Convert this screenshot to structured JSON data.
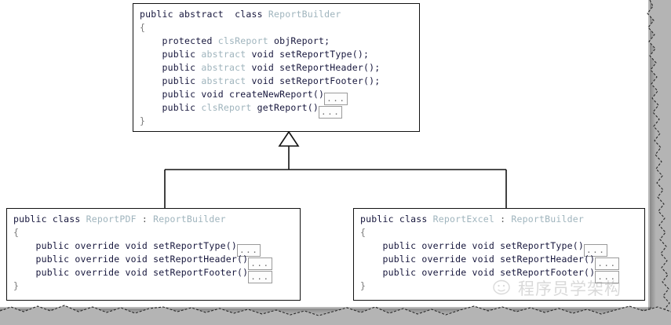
{
  "diagram": {
    "type": "uml-class-diagram",
    "title": "Builder pattern report classes",
    "relationship": "generalization",
    "arrow": "hollow-triangle"
  },
  "classes": {
    "parent": {
      "name": "ReportBuilder",
      "lines": [
        {
          "id": "l1",
          "indent": 0,
          "tokens": [
            {
              "t": "public abstract  class ",
              "c": "kw"
            },
            {
              "t": "ReportBuilder",
              "c": "type"
            }
          ]
        },
        {
          "id": "l2",
          "indent": 0,
          "tokens": [
            {
              "t": "{",
              "c": "brace"
            }
          ]
        },
        {
          "id": "l3",
          "indent": 1,
          "tokens": [
            {
              "t": "protected ",
              "c": "kw"
            },
            {
              "t": "clsReport",
              "c": "type"
            },
            {
              "t": " objReport;",
              "c": "kw"
            }
          ]
        },
        {
          "id": "l4",
          "indent": 1,
          "tokens": [
            {
              "t": "public ",
              "c": "kw"
            },
            {
              "t": "abstract",
              "c": "type"
            },
            {
              "t": " void setReportType();",
              "c": "kw"
            }
          ]
        },
        {
          "id": "l5",
          "indent": 1,
          "tokens": [
            {
              "t": "public ",
              "c": "kw"
            },
            {
              "t": "abstract",
              "c": "type"
            },
            {
              "t": " void setReportHeader();",
              "c": "kw"
            }
          ]
        },
        {
          "id": "l6",
          "indent": 1,
          "tokens": [
            {
              "t": "public ",
              "c": "kw"
            },
            {
              "t": "abstract",
              "c": "type"
            },
            {
              "t": " void setReportFooter();",
              "c": "kw"
            }
          ]
        },
        {
          "id": "l7",
          "indent": 1,
          "ellipsis": true,
          "tokens": [
            {
              "t": "public void createNewReport()",
              "c": "kw"
            }
          ]
        },
        {
          "id": "l8",
          "indent": 1,
          "ellipsis": true,
          "tokens": [
            {
              "t": "public ",
              "c": "kw"
            },
            {
              "t": "clsReport",
              "c": "type"
            },
            {
              "t": " getReport()",
              "c": "kw"
            }
          ]
        },
        {
          "id": "l9",
          "indent": 0,
          "tokens": [
            {
              "t": "}",
              "c": "brace"
            }
          ]
        }
      ]
    },
    "pdf": {
      "name": "ReportPDF",
      "base": "ReportBuilder",
      "lines": [
        {
          "id": "p1",
          "indent": 0,
          "tokens": [
            {
              "t": "public class ",
              "c": "kw"
            },
            {
              "t": "ReportPDF",
              "c": "type"
            },
            {
              "t": " : ",
              "c": "punct"
            },
            {
              "t": "ReportBuilder",
              "c": "type"
            }
          ]
        },
        {
          "id": "p2",
          "indent": 0,
          "tokens": [
            {
              "t": "{",
              "c": "brace"
            }
          ]
        },
        {
          "id": "p3",
          "indent": 1,
          "ellipsis": true,
          "tokens": [
            {
              "t": "public override void setReportType()",
              "c": "kw"
            }
          ]
        },
        {
          "id": "p4",
          "indent": 1,
          "ellipsis": true,
          "tokens": [
            {
              "t": "public override void setReportHeader()",
              "c": "kw"
            }
          ]
        },
        {
          "id": "p5",
          "indent": 1,
          "ellipsis": true,
          "tokens": [
            {
              "t": "public override void setReportFooter()",
              "c": "kw"
            }
          ]
        },
        {
          "id": "p6",
          "indent": 0,
          "tokens": [
            {
              "t": "}",
              "c": "brace"
            }
          ]
        }
      ]
    },
    "excel": {
      "name": "ReportExcel",
      "base": "ReportBuilder",
      "lines": [
        {
          "id": "e1",
          "indent": 0,
          "tokens": [
            {
              "t": "public class ",
              "c": "kw"
            },
            {
              "t": "ReportExcel",
              "c": "type"
            },
            {
              "t": " : ",
              "c": "punct"
            },
            {
              "t": "ReportBuilder",
              "c": "type"
            }
          ]
        },
        {
          "id": "e2",
          "indent": 0,
          "tokens": [
            {
              "t": "{",
              "c": "brace"
            }
          ]
        },
        {
          "id": "e3",
          "indent": 1,
          "ellipsis": true,
          "tokens": [
            {
              "t": "public override void setReportType()",
              "c": "kw"
            }
          ]
        },
        {
          "id": "e4",
          "indent": 1,
          "ellipsis": true,
          "tokens": [
            {
              "t": "public override void setReportHeader()",
              "c": "kw"
            }
          ]
        },
        {
          "id": "e5",
          "indent": 1,
          "ellipsis": true,
          "tokens": [
            {
              "t": "public override void setReportFooter()",
              "c": "kw"
            }
          ]
        },
        {
          "id": "e6",
          "indent": 0,
          "tokens": [
            {
              "t": "}",
              "c": "brace"
            }
          ]
        }
      ]
    }
  },
  "ellipsis_label": "...",
  "watermark": {
    "text": "程序员学架构",
    "icon": "wechat-logo-icon"
  },
  "colors": {
    "keyword": "#16163c",
    "type": "#9fb4bd",
    "border": "#121212",
    "paper": "#ffffff",
    "backdrop": "#b4b4b4",
    "watermark": "#8d8d8d"
  }
}
